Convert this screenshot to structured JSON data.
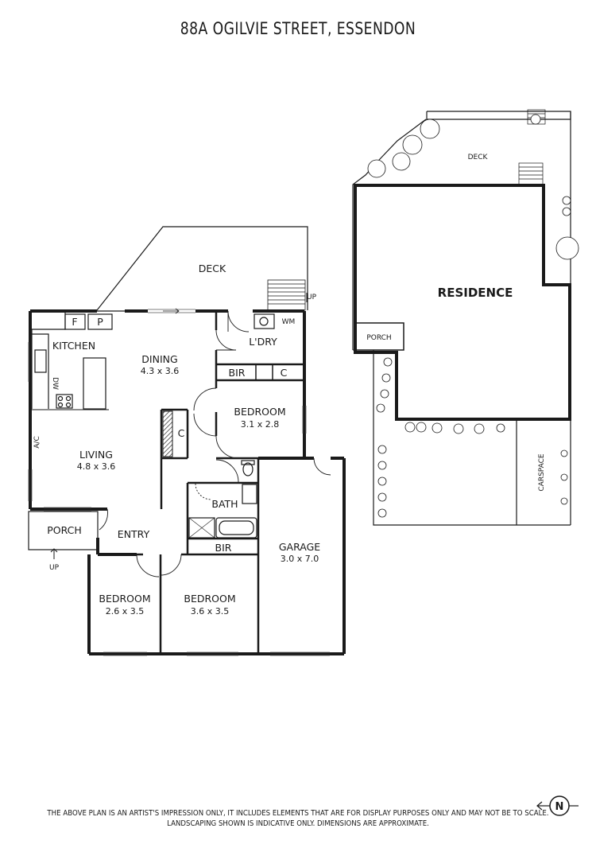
{
  "title": "88A OGILVIE STREET, ESSENDON",
  "rooms": {
    "deck": "DECK",
    "kitchen": "KITCHEN",
    "fridge": "F",
    "pantry": "P",
    "dw": "DW",
    "dining": "DINING",
    "dining_dim": "4.3 x 3.6",
    "laundry": "L'DRY",
    "wm": "WM",
    "bir": "BIR",
    "cupboard": "C",
    "bedroom": "BEDROOM",
    "bedroom1_dim": "3.1 x 2.8",
    "ac": "A/C",
    "living": "LIVING",
    "living_dim": "4.8 x 3.6",
    "bath": "BATH",
    "porch": "PORCH",
    "entry": "ENTRY",
    "garage": "GARAGE",
    "garage_dim": "3.0 x 7.0",
    "bedroom2_dim": "2.6 x 3.5",
    "bedroom3_dim": "3.6 x 3.5",
    "up": "UP"
  },
  "site": {
    "deck": "DECK",
    "residence": "RESIDENCE",
    "porch": "PORCH",
    "carspace": "CARSPACE"
  },
  "compass": "N",
  "disclaimer": [
    "THE ABOVE PLAN IS AN ARTIST'S IMPRESSION ONLY, IT INCLUDES ELEMENTS THAT ARE FOR DISPLAY PURPOSES ONLY AND MAY NOT BE TO SCALE.",
    "LANDSCAPING SHOWN IS INDICATIVE ONLY. DIMENSIONS ARE APPROXIMATE."
  ]
}
